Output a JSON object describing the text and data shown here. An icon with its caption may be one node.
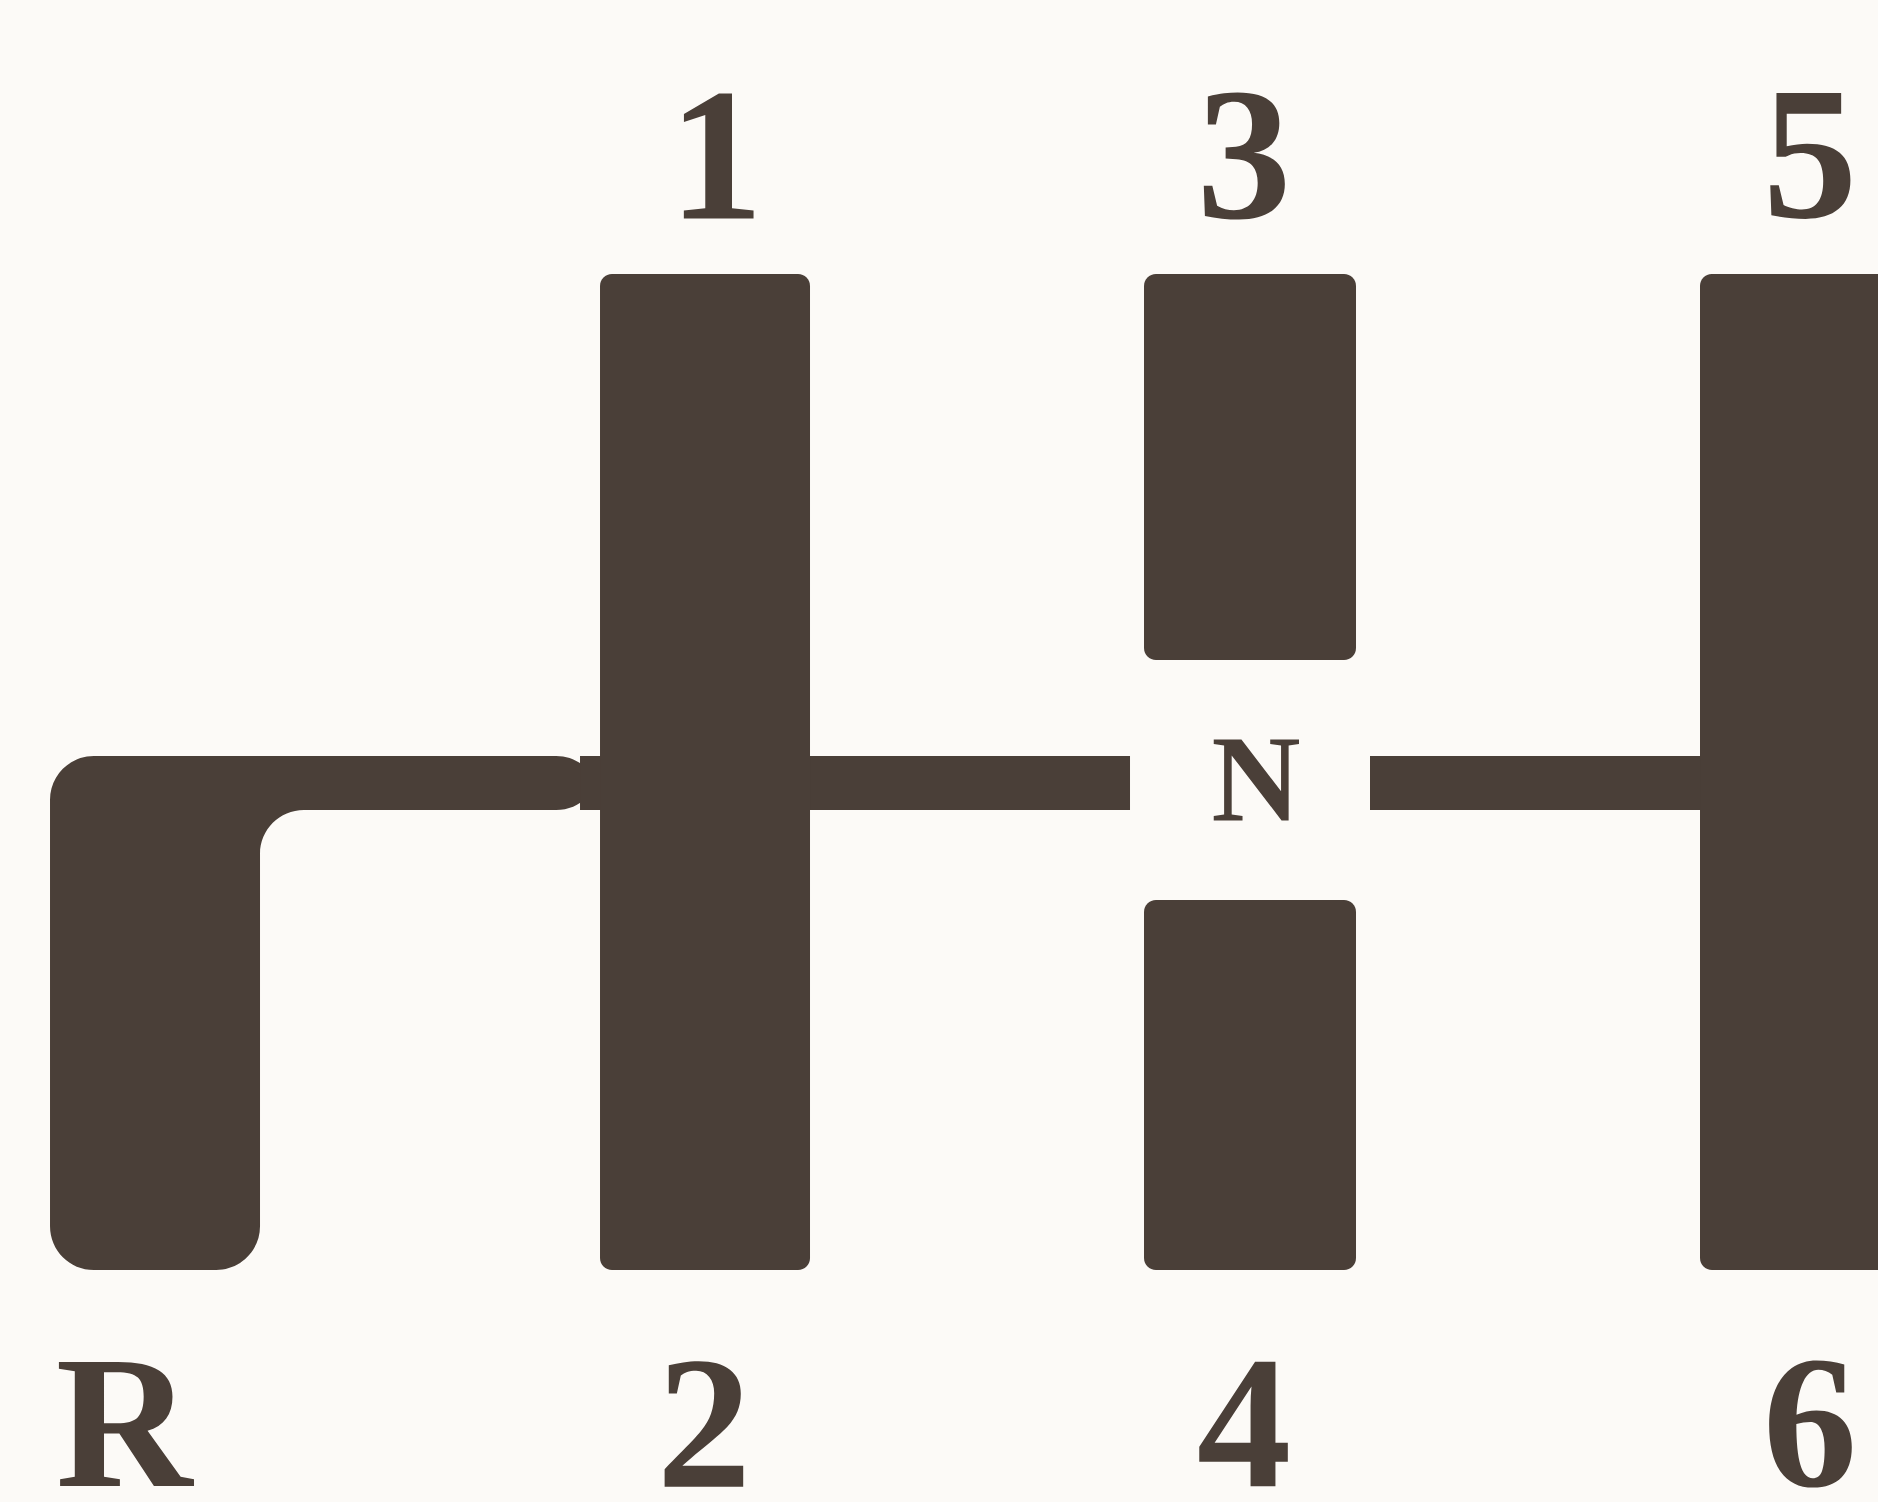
{
  "diagram": {
    "labels": [
      "1",
      "3",
      "5",
      "N",
      "R",
      "2",
      "4",
      "6"
    ]
  }
}
